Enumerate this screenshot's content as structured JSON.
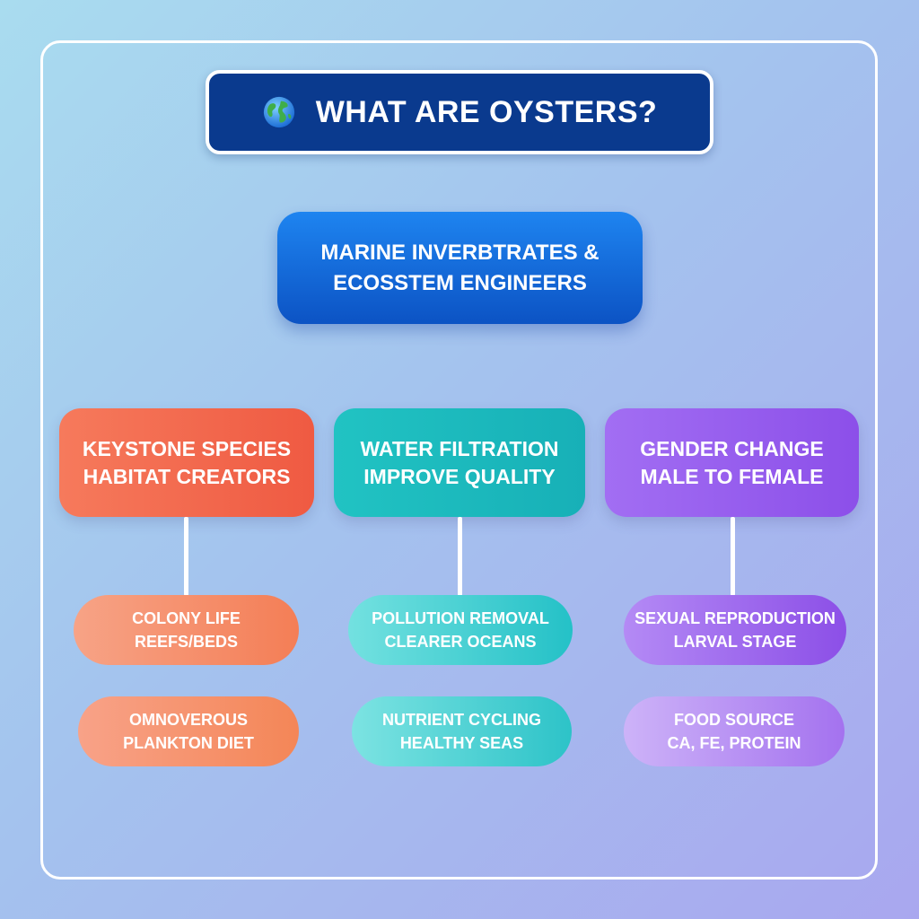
{
  "title": {
    "icon": "globe-icon",
    "text": "WHAT ARE OYSTERS?"
  },
  "root": {
    "line1": "MARINE INVERBTRATES &",
    "line2": "ECOSSTEM ENGINEERS"
  },
  "columns": [
    {
      "color": "#ef5a42",
      "category": {
        "line1": "KEYSTONE SPECIES",
        "line2": "HABITAT CREATORS"
      },
      "items": [
        {
          "line1": "COLONY LIFE",
          "line2": "REEFS/BEDS"
        },
        {
          "line1": "OMNOVEROUS",
          "line2": "PLANKTON DIET"
        }
      ]
    },
    {
      "color": "#17b0b7",
      "category": {
        "line1": "WATER FILTRATION",
        "line2": "IMPROVE QUALITY"
      },
      "items": [
        {
          "line1": "POLLUTION REMOVAL",
          "line2": "CLEARER OCEANS"
        },
        {
          "line1": "NUTRIENT CYCLING",
          "line2": "HEALTHY SEAS"
        }
      ]
    },
    {
      "color": "#8c4fe9",
      "category": {
        "line1": "GENDER CHANGE",
        "line2": "MALE TO FEMALE"
      },
      "items": [
        {
          "line1": "SEXUAL REPRODUCTION",
          "line2": "LARVAL STAGE"
        },
        {
          "line1": "FOOD SOURCE",
          "line2": "CA, FE, PROTEIN"
        }
      ]
    }
  ]
}
